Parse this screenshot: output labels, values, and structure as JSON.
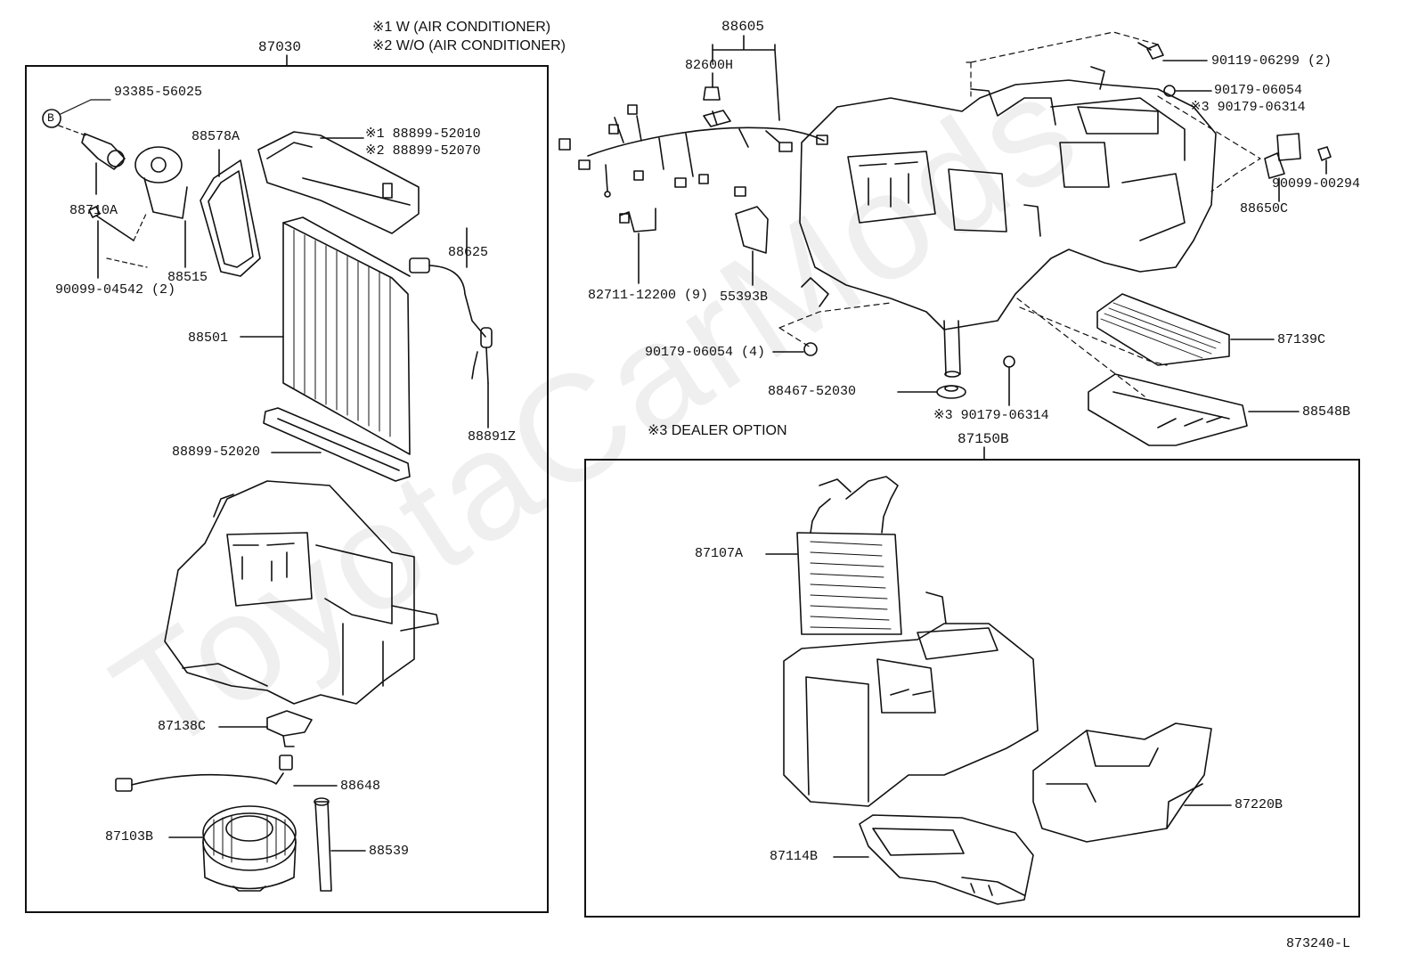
{
  "notes": {
    "n1": "※1 W (AIR CONDITIONER)",
    "n2": "※2 W/O (AIR CONDITIONER)",
    "n3": "※3 DEALER OPTION"
  },
  "watermark": "ToyotaCarMods",
  "diagram_number": "873240-L",
  "left_group": {
    "label": "87030",
    "b_marker": "B",
    "parts": {
      "p93385": "93385-56025",
      "p88710a": "88710A",
      "p90099_04542": "90099-04542 (2)",
      "p88515": "88515",
      "p88578a": "88578A",
      "p88899_52010": "※1 88899-52010",
      "p88899_52070": "※2 88899-52070",
      "p88625": "88625",
      "p88501": "88501",
      "p88891z": "88891Z",
      "p88899_52020": "88899-52020",
      "p87138c": "87138C",
      "p88648": "88648",
      "p87103b": "87103B",
      "p88539": "88539"
    }
  },
  "top_right": {
    "parts": {
      "p88605": "88605",
      "p82600h": "82600H",
      "p82711": "82711-12200 (9)",
      "p55393b": "55393B",
      "p90119": "90119-06299 (2)",
      "p90179_06054": "90179-06054",
      "p90179_06314a": "※3 90179-06314",
      "p90099_00294": "90099-00294",
      "p88650c": "88650C",
      "p87139c": "87139C",
      "p90179_06054_4": "90179-06054 (4)",
      "p88467": "88467-52030",
      "p90179_06314b": "※3 90179-06314",
      "p88548b": "88548B"
    }
  },
  "bottom_right_group": {
    "label": "87150B",
    "parts": {
      "p87107a": "87107A",
      "p87114b": "87114B",
      "p87220b": "87220B"
    }
  }
}
